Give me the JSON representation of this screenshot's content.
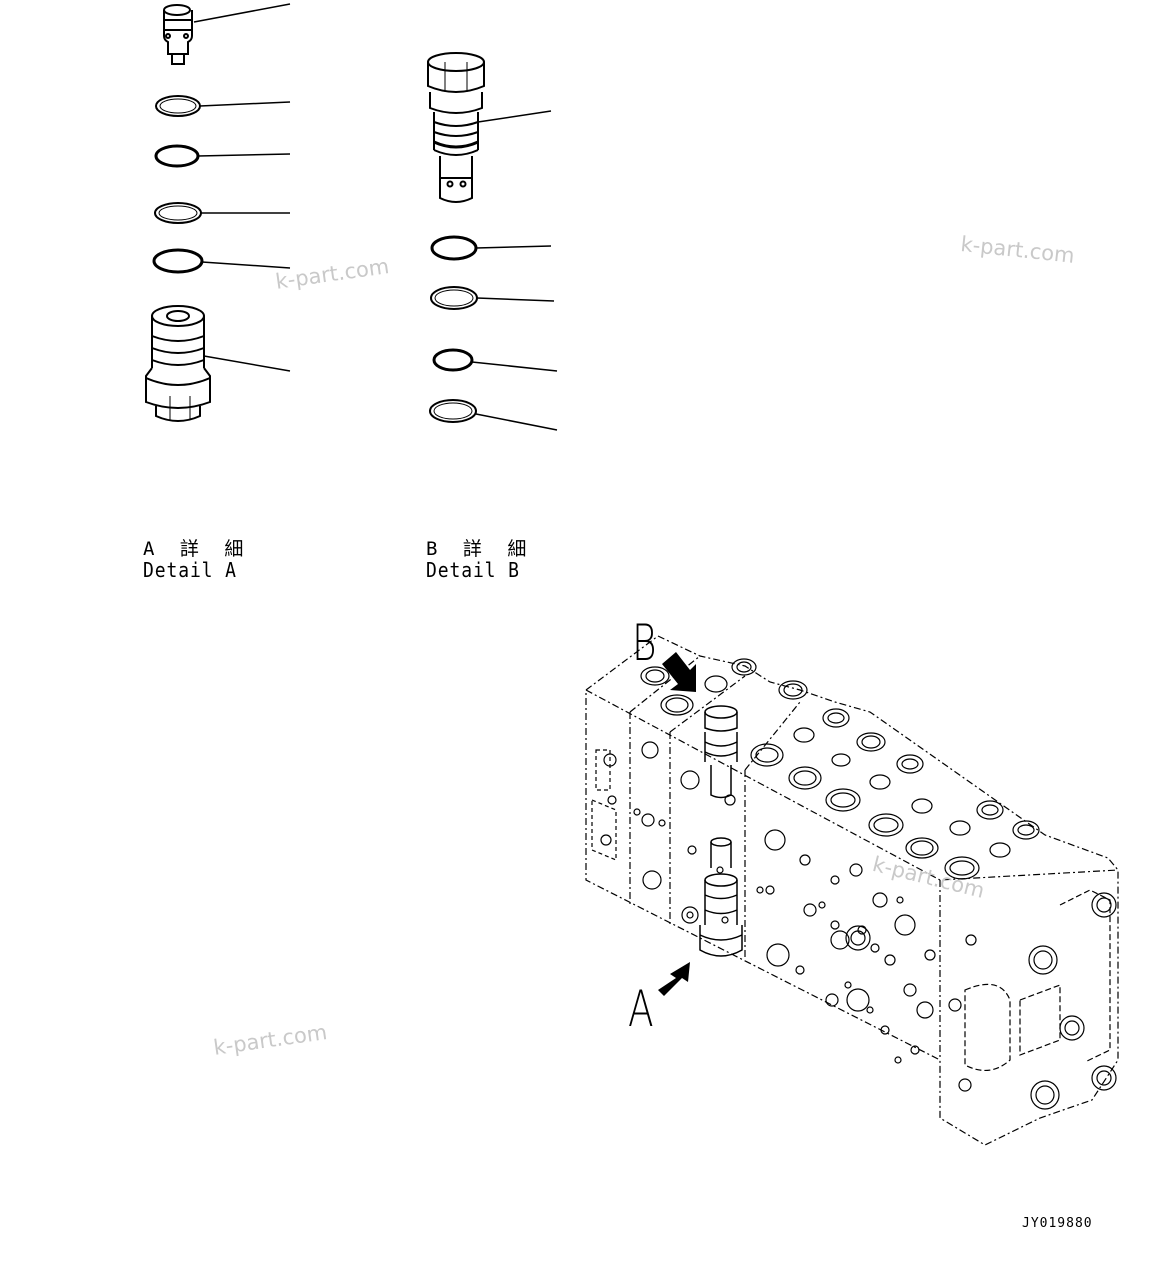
{
  "detail_a": {
    "jp": "A 詳 細",
    "en": "Detail A"
  },
  "detail_b": {
    "jp": "B 詳 細",
    "en": "Detail B"
  },
  "callouts": {
    "a": "A",
    "b": "B"
  },
  "figure_id": "JY019880",
  "watermark": "k-part.com",
  "colors": {
    "ink": "#000000",
    "watermark": "#c9c9c9",
    "background": "#ffffff"
  }
}
